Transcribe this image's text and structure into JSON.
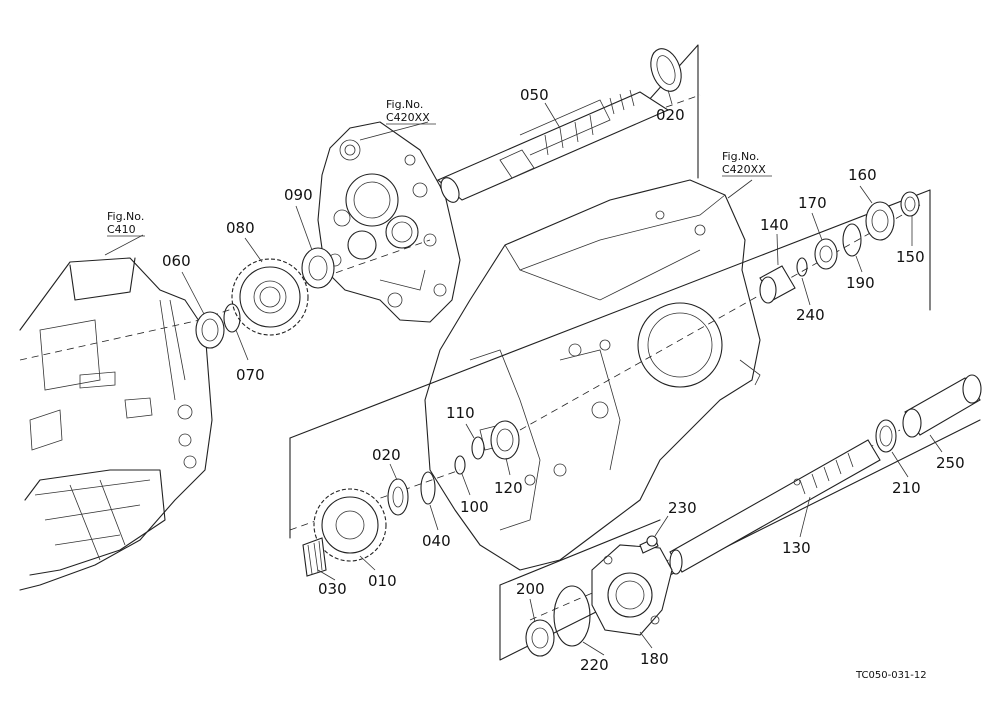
{
  "figure_refs": [
    {
      "id": "c410",
      "line1": "Fig.No.",
      "line2": "C410"
    },
    {
      "id": "c420-left",
      "line1": "Fig.No.",
      "line2": "C420XX"
    },
    {
      "id": "c420-right",
      "line1": "Fig.No.",
      "line2": "C420XX"
    }
  ],
  "parts": {
    "p010": "010",
    "p020a": "020",
    "p020b": "020",
    "p030": "030",
    "p040": "040",
    "p050": "050",
    "p060": "060",
    "p070": "070",
    "p080": "080",
    "p090": "090",
    "p100": "100",
    "p110": "110",
    "p120": "120",
    "p130": "130",
    "p140": "140",
    "p150": "150",
    "p160": "160",
    "p170": "170",
    "p180": "180",
    "p190": "190",
    "p200": "200",
    "p210": "210",
    "p220": "220",
    "p230": "230",
    "p240": "240",
    "p250": "250"
  },
  "drawing_code": "TC050-031-12"
}
